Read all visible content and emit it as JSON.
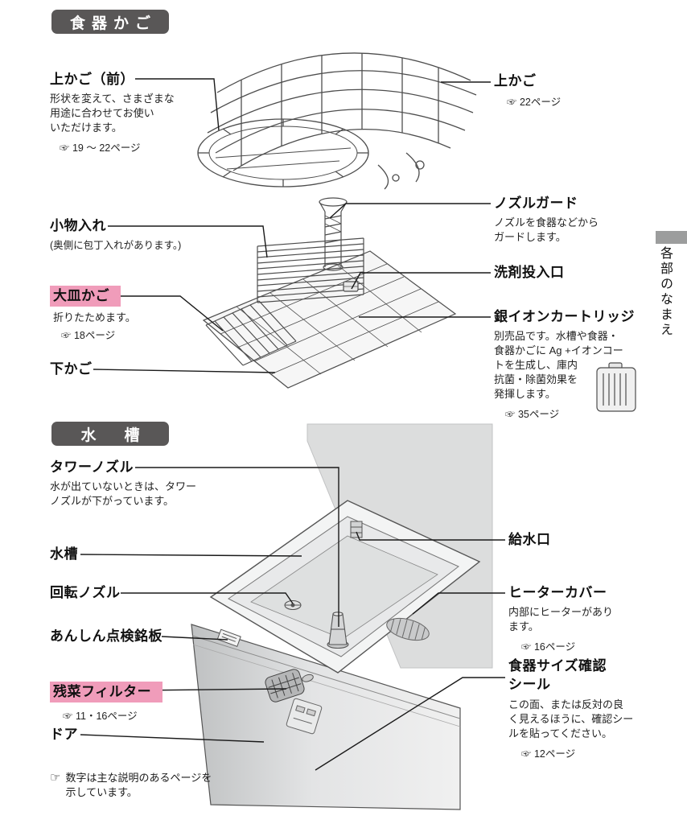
{
  "side": {
    "vertical_label": "各部のなまえ"
  },
  "colors": {
    "badge_bg": "#595757",
    "highlight_pink": "#f09cba"
  },
  "section_basket": {
    "badge": "食器かご",
    "upper_front": {
      "title": "上かご（前）",
      "desc": "形状を変えて、さまざまな\n用途に合わせてお使い\nいただけます。",
      "ref": "☞ 19 ～ 22ページ"
    },
    "upper": {
      "title": "上かご",
      "ref": "☞ 22ページ"
    },
    "nozzle_guard": {
      "title": "ノズルガード",
      "desc": "ノズルを食器などから\nガードします。"
    },
    "small_items": {
      "title": "小物入れ",
      "desc": "(奥側に包丁入れがあります。)"
    },
    "detergent_inlet": {
      "title": "洗剤投入口"
    },
    "large_plate": {
      "title": "大皿かご",
      "desc": "折りたためます。",
      "ref": "☞ 18ページ"
    },
    "silver_ion": {
      "title": "銀イオンカートリッジ",
      "desc_a": "別売品です。水槽や食器・\n食器かごに Ag +イオンコー\nトを生成し、庫内",
      "desc_b": "抗菌・除菌効果を\n発揮します。",
      "ref": "☞ 35ページ"
    },
    "lower": {
      "title": "下かご"
    }
  },
  "section_tub": {
    "badge": "水　槽",
    "tower_nozzle": {
      "title": "タワーノズル",
      "desc": "水が出ていないときは、タワー\nノズルが下がっています。"
    },
    "tub": {
      "title": "水槽"
    },
    "water_inlet": {
      "title": "給水口"
    },
    "rotary_nozzle": {
      "title": "回転ノズル"
    },
    "heater_cover": {
      "title": "ヒーターカバー",
      "desc": "内部にヒーターがあり\nます。",
      "ref": "☞ 16ページ"
    },
    "inspection_plate": {
      "title": "あんしん点検銘板"
    },
    "size_seal": {
      "title": "食器サイズ確認\nシール",
      "desc": "この面、または反対の良\nく見えるほうに、確認シー\nルを貼ってください。",
      "ref": "☞ 12ページ"
    },
    "filter": {
      "title": "残菜フィルター",
      "ref": "☞ 11・16ページ"
    },
    "door": {
      "title": "ドア"
    }
  },
  "footnote": {
    "icon": "☞",
    "text": "数字は主な説明のあるページを\n示しています。"
  }
}
